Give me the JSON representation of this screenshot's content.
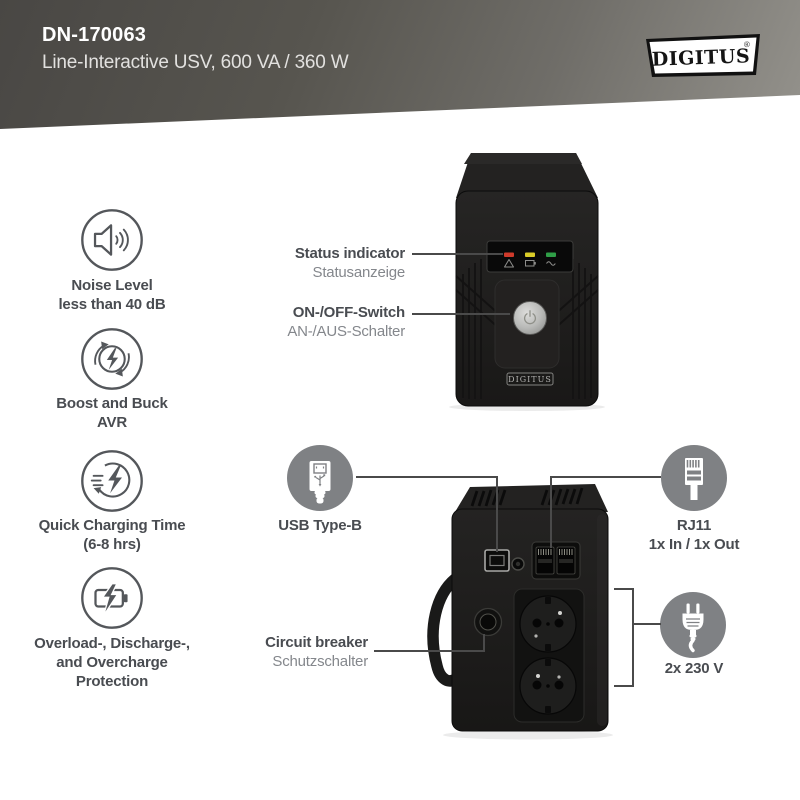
{
  "header": {
    "model": "DN-170063",
    "subtitle": "Line-Interactive USV, 600 VA / 360 W",
    "brand": "DIGITUS",
    "registered_mark": "®"
  },
  "features": [
    {
      "icon": "noise-level-icon",
      "lines": [
        "Noise Level",
        "less than 40 dB"
      ]
    },
    {
      "icon": "boost-buck-avr-icon",
      "lines": [
        "Boost and Buck",
        "AVR"
      ]
    },
    {
      "icon": "quick-charging-icon",
      "lines": [
        "Quick Charging Time",
        "(6-8 hrs)"
      ]
    },
    {
      "icon": "overcharge-protection-icon",
      "lines": [
        "Overload-, Discharge-,",
        "and Overcharge",
        "Protection"
      ]
    }
  ],
  "front_view": {
    "callouts": {
      "status": {
        "label": "Status indicator",
        "sublabel": "Statusanzeige"
      },
      "onoff": {
        "label": "ON-/OFF-Switch",
        "sublabel": "AN-/AUS-Schalter"
      }
    },
    "badge": "DIGITUS",
    "leds": {
      "alarm": "#cf3a2b",
      "battery": "#d9cc28",
      "power": "#2f9e47"
    }
  },
  "rear_view": {
    "callouts": {
      "usb": {
        "label": "USB Type-B"
      },
      "rj11": {
        "label": "RJ11",
        "sublabel": "1x In / 1x Out"
      },
      "breaker": {
        "label": "Circuit breaker",
        "sublabel": "Schutzschalter"
      },
      "power": {
        "label": "2x 230 V"
      }
    }
  },
  "colors": {
    "accent_text": "#494c51",
    "secondary_text": "#84878c",
    "circle_bg": "#7f8184",
    "callout_line": "#4a4a4a"
  }
}
